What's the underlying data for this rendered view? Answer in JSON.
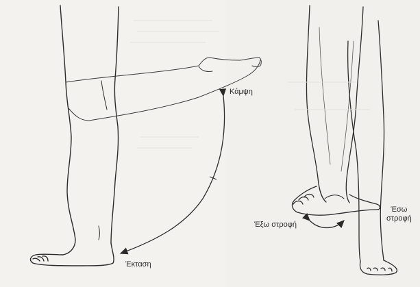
{
  "labels": {
    "flexion": "Κάμψη",
    "extension": "Έκταση",
    "inversion": "Έξω στροφή",
    "eversion_line1": "Έσω",
    "eversion_line2": "στροφή"
  }
}
